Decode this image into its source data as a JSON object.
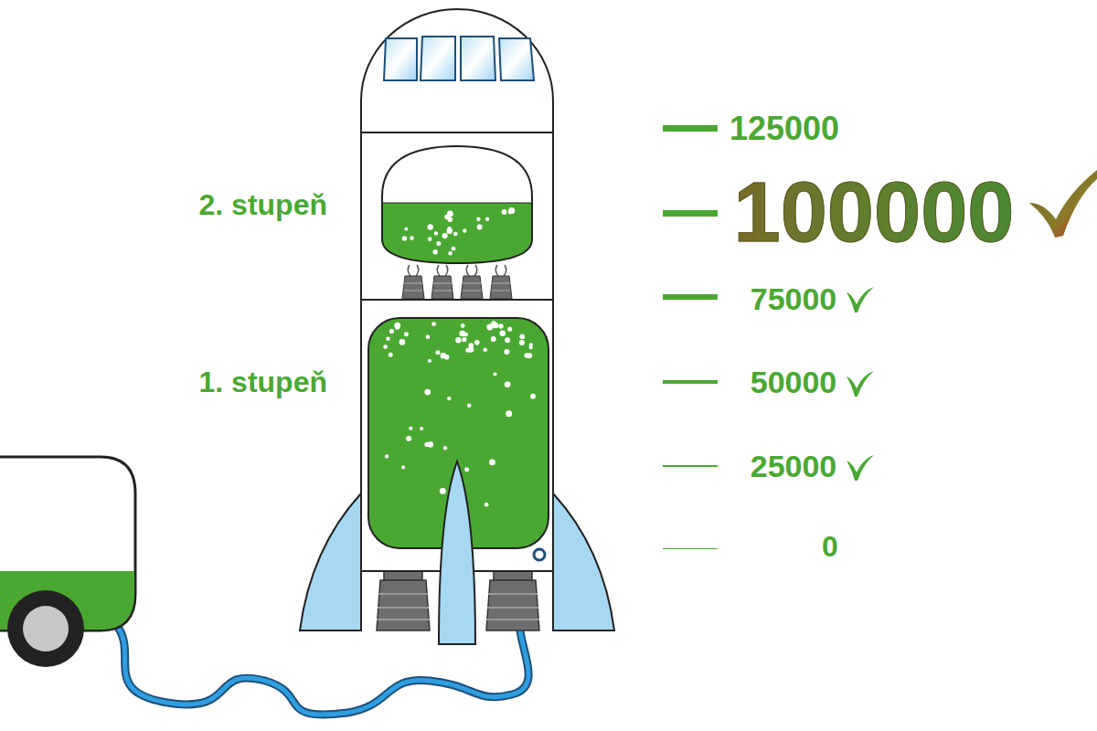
{
  "diagram": {
    "labels": [
      "125000",
      "2. stupeň",
      "100000",
      "75000",
      "1. stupeň",
      "50000",
      "25000",
      "0"
    ]
  }
}
